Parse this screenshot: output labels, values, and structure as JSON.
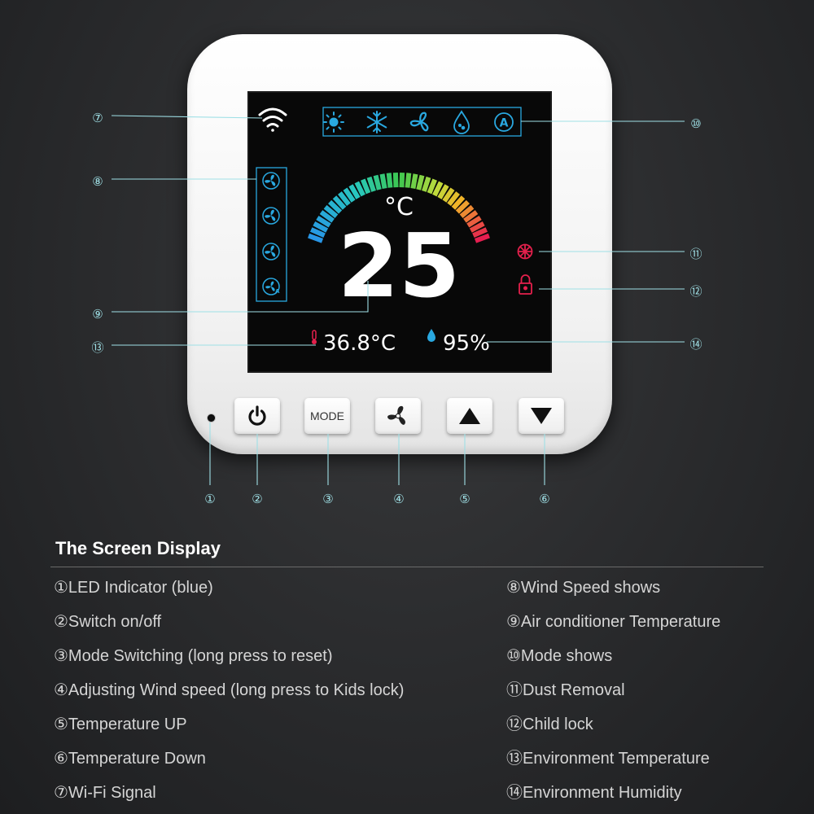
{
  "colors": {
    "background": "#2a2b2d",
    "callout_line": "#9fe0e6",
    "lcd_text": "#ffffff",
    "icon_blue": "#29a8e0",
    "alert_red": "#e4204c"
  },
  "device": {
    "lcd": {
      "mode_icons": [
        "sun-icon",
        "snowflake-icon",
        "fan-icon",
        "water-drop-icon",
        "auto-icon"
      ],
      "auto_letter": "A",
      "wind_speed_icons": [
        "fan-speed-1-icon",
        "fan-speed-2-icon",
        "fan-speed-3-icon",
        "fan-auto-icon"
      ],
      "wind_auto_letter": "A",
      "temp_unit": "°C",
      "set_temperature": "25",
      "env_temperature": "36.8°C",
      "env_humidity": "95%",
      "status_icons": [
        "wifi-icon",
        "dust-removal-icon",
        "child-lock-icon"
      ]
    },
    "buttons": {
      "power_icon": "power-icon",
      "mode_label": "MODE",
      "fan_icon": "fan-icon",
      "up_icon": "triangle-up-icon",
      "down_icon": "triangle-down-icon"
    },
    "callouts": [
      "①",
      "②",
      "③",
      "④",
      "⑤",
      "⑥",
      "⑦",
      "⑧",
      "⑨",
      "⑩",
      "⑪",
      "⑫",
      "⑬",
      "⑭"
    ]
  },
  "legend": {
    "title": "The Screen Display",
    "left": [
      "①LED Indicator (blue)",
      "②Switch on/off",
      "③Mode Switching (long press to reset)",
      "④Adjusting Wind speed (long press to Kids lock)",
      "⑤Temperature UP",
      "⑥Temperature Down",
      "⑦Wi-Fi Signal"
    ],
    "right": [
      "⑧Wind Speed shows",
      "⑨Air conditioner Temperature",
      "⑩Mode shows",
      "⑪Dust Removal",
      "⑫Child lock",
      "⑬Environment Temperature",
      "⑭Environment Humidity"
    ]
  }
}
